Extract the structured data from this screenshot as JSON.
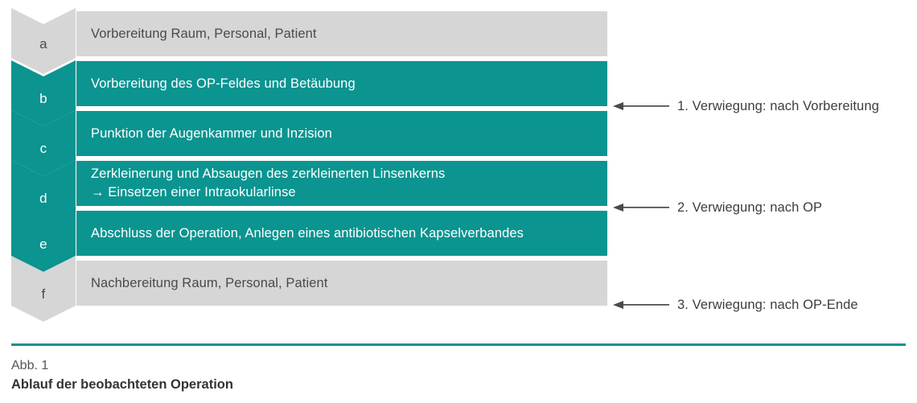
{
  "figure": {
    "colors": {
      "teal": "#0b9490",
      "gray": "#d6d6d6",
      "arrow": "#4a4a4a",
      "text_dark": "#4a4a4a",
      "text_light": "#ffffff"
    },
    "steps": [
      {
        "key": "a",
        "marker": "a",
        "tone": "gray",
        "text": "Vorbereitung Raum, Personal, Patient"
      },
      {
        "key": "b",
        "marker": "b",
        "tone": "teal",
        "text": "Vorbereitung des OP-Feldes und Betäubung"
      },
      {
        "key": "c",
        "marker": "c",
        "tone": "teal",
        "text": "Punktion der Augenkammer und Inzision"
      },
      {
        "key": "d",
        "marker": "d",
        "tone": "teal",
        "text": "Zerkleinerung und Absaugen des zerkleinerten Linsenkerns\n→ Einsetzen einer Intraokularlinse"
      },
      {
        "key": "e",
        "marker": "e",
        "tone": "teal",
        "text": "Abschluss der Operation, Anlegen eines antibiotischen Kapselverbandes"
      },
      {
        "key": "f",
        "marker": "f",
        "tone": "gray",
        "text": "Nachbereitung Raum, Personal, Patient"
      }
    ],
    "annotations": [
      {
        "key": "1",
        "text": "1. Verwiegung: nach Vorbereitung"
      },
      {
        "key": "2",
        "text": "2. Verwiegung: nach OP"
      },
      {
        "key": "3",
        "text": "3. Verwiegung: nach OP-Ende"
      }
    ],
    "caption": {
      "number": "Abb. 1",
      "title": "Ablauf der beobachteten Operation"
    }
  }
}
